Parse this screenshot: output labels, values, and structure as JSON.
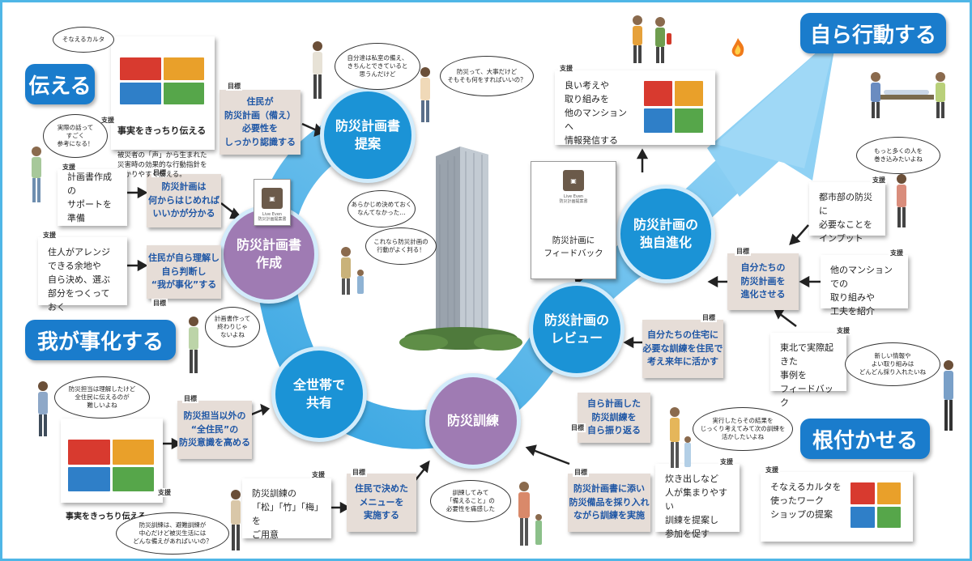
{
  "headings": {
    "tsutaeru": "伝える",
    "wagakotoka": "我が事化する",
    "mizukara": "自ら行動する",
    "nezukaseru": "根付かせる"
  },
  "stages": {
    "teian": "防災計画書\n提案",
    "sakusei": "防災計画書\n作成",
    "kyoyu": "全世帯で\n共有",
    "kunren": "防災訓練",
    "review": "防災計画の\nレビュー",
    "shinka": "防災計画の\n独自進化"
  },
  "labels": {
    "mokuhyo": "目標",
    "shien": "支援"
  },
  "notes": {
    "ninshiki": "住民が\n防災計画（備え）\n必要性を\nしっかり認識する",
    "nanikara": "防災計画は\n何からはじめれば\nいいかが分かる",
    "handan": "住民が自ら理解し\n自ら判断し\n“我が事化”する",
    "zenjumin": "防災担当以外の\n“全住民”の\n防災意識を高める",
    "menu": "住民で決めた\nメニューを\n実施する",
    "bihin": "防災計画書に添い\n防災備品を採り入れ\nながら訓練を実施",
    "furikaeru": "自ら計画した\n防災訓練を\n自ら振り返る",
    "kangae": "自分たちの住宅に\n必要な訓練を住民で\n考え来年に活かす",
    "shinkasaseru": "自分たちの\n防災計画を\n進化させる"
  },
  "support": {
    "jijitsu_top": "事実をきっちり伝える",
    "jijitsu_sub": "被災者の「声」から生まれた\n災害時の効果的な行動指針を\nわかりやすく伝える。",
    "sakusei_support": "計画書作成の\nサポートを準備",
    "arrange": "住人がアレンジ\nできる余地や\n自ら決め、選ぶ\n部分をつくっておく",
    "jijitsu_bottom": "事実をきっちり伝える",
    "matsu": "防災訓練の\n「松」「竹」「梅」を\nご用意",
    "takidashi": "炊き出しなど\n人が集まりやすい\n訓練を提案し\n参加を促す",
    "workshop": "そなえるカルタを\n使ったワーク\nショップの提案",
    "feedback_book": "防災計画に\nフィードバック",
    "hassin": "良い考えや\n取り組みを\n他のマンションへ\n情報発信する",
    "toshin": "都市部の防災に\n必要なことを\nインプット",
    "shokai": "他のマンションでの\n取り組みや\n工夫を紹介",
    "tohoku": "東北で実際起きた\n事例を\nフィードバック"
  },
  "bubbles": {
    "karuta": "そなえるカルタ",
    "sankou": "実際の話って\nすごく\n参考になる！",
    "jibun": "自分達は私室の備え、\nきちんとできていると\n思うんだけど",
    "nani": "防災って、大事だけど\nそもそも何をすればいいの？",
    "arakajime": "あらかじめ決めておく\nなんてなかった…",
    "korenara": "これなら防災計画の\n行動がよく判る！",
    "keikakusho": "計画書作って\n終わりじゃ\nないよね",
    "bousaika": "防災担当は理解したけど\n全住民に伝えるのが\n難しいよね",
    "motto": "もっと多くの人を\n巻き込みたいよね",
    "atarashii": "新しい情報や\nよい取り組みは\nどんどん採り入れたいね",
    "jikkou": "実行したらその結果を\nじっくり考えてみて次の訓練を\n活かしたいよね",
    "kunren_sanka": "訓練してみて\n「備えること」の\n必要性を痛感した",
    "kunren_chuu": "防災訓練は、避難訓練が\n中心だけど被災生活には\nどんな備えがあればいいの？"
  },
  "book_title": "Live Even\n防災計画提案書",
  "colors": {
    "accent": "#1a7ccc",
    "stage_blue": "#1b93d6",
    "stage_purple": "#9f7bb3",
    "note_bg": "#e6ddd7",
    "note_text": "#1e56a5",
    "arrow": "#4cb1e8"
  },
  "icons": [
    "fire-icon",
    "arrow-icon"
  ]
}
